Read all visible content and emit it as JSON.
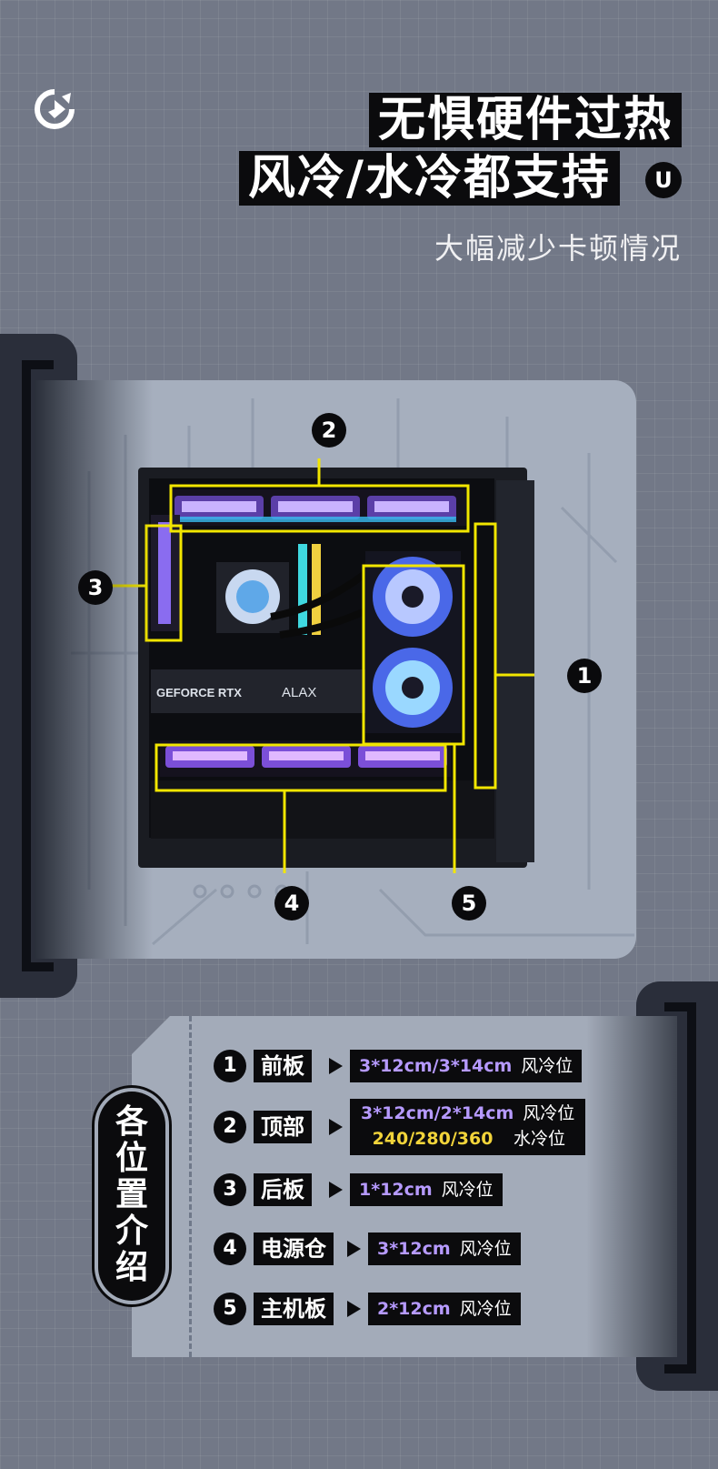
{
  "headline": {
    "line1": "无惧硬件过热",
    "line2": "风冷/水冷都支持",
    "badge": "U",
    "subtitle": "大幅减少卡顿情况"
  },
  "product_image": {
    "gpu_label": "GEFORCE RTX",
    "brand_label": "ALAX",
    "callouts": [
      "1",
      "2",
      "3",
      "4",
      "5"
    ]
  },
  "positions": {
    "title_chars": [
      "各",
      "位",
      "置",
      "介",
      "绍"
    ],
    "rows": [
      {
        "num": "1",
        "label": "前板",
        "specs": [
          {
            "size": "3*12cm/3*14cm",
            "type": "风冷位"
          }
        ]
      },
      {
        "num": "2",
        "label": "顶部",
        "specs": [
          {
            "size": "3*12cm/2*14cm",
            "type": "风冷位"
          },
          {
            "size": "240/280/360",
            "type": "水冷位"
          }
        ]
      },
      {
        "num": "3",
        "label": "后板",
        "specs": [
          {
            "size": "1*12cm",
            "type": "风冷位"
          }
        ]
      },
      {
        "num": "4",
        "label": "电源仓",
        "specs": [
          {
            "size": "3*12cm",
            "type": "风冷位"
          }
        ]
      },
      {
        "num": "5",
        "label": "主机板",
        "specs": [
          {
            "size": "2*12cm",
            "type": "风冷位"
          }
        ]
      }
    ]
  },
  "colors": {
    "background": "#727887",
    "highlight": "#f2e600",
    "spec_purple": "#b69aff",
    "spec_yellow": "#f2d43a"
  }
}
